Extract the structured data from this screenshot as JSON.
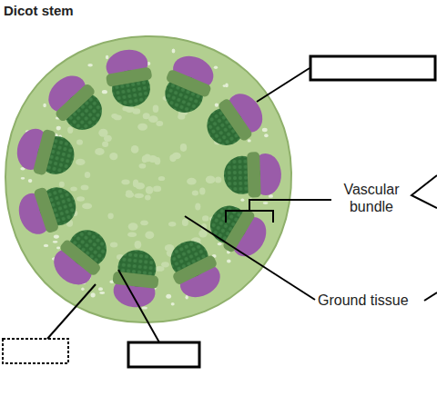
{
  "diagram": {
    "title": "Dicot stem",
    "labels": [
      "Vascular bundle",
      "Ground tissue"
    ]
  }
}
